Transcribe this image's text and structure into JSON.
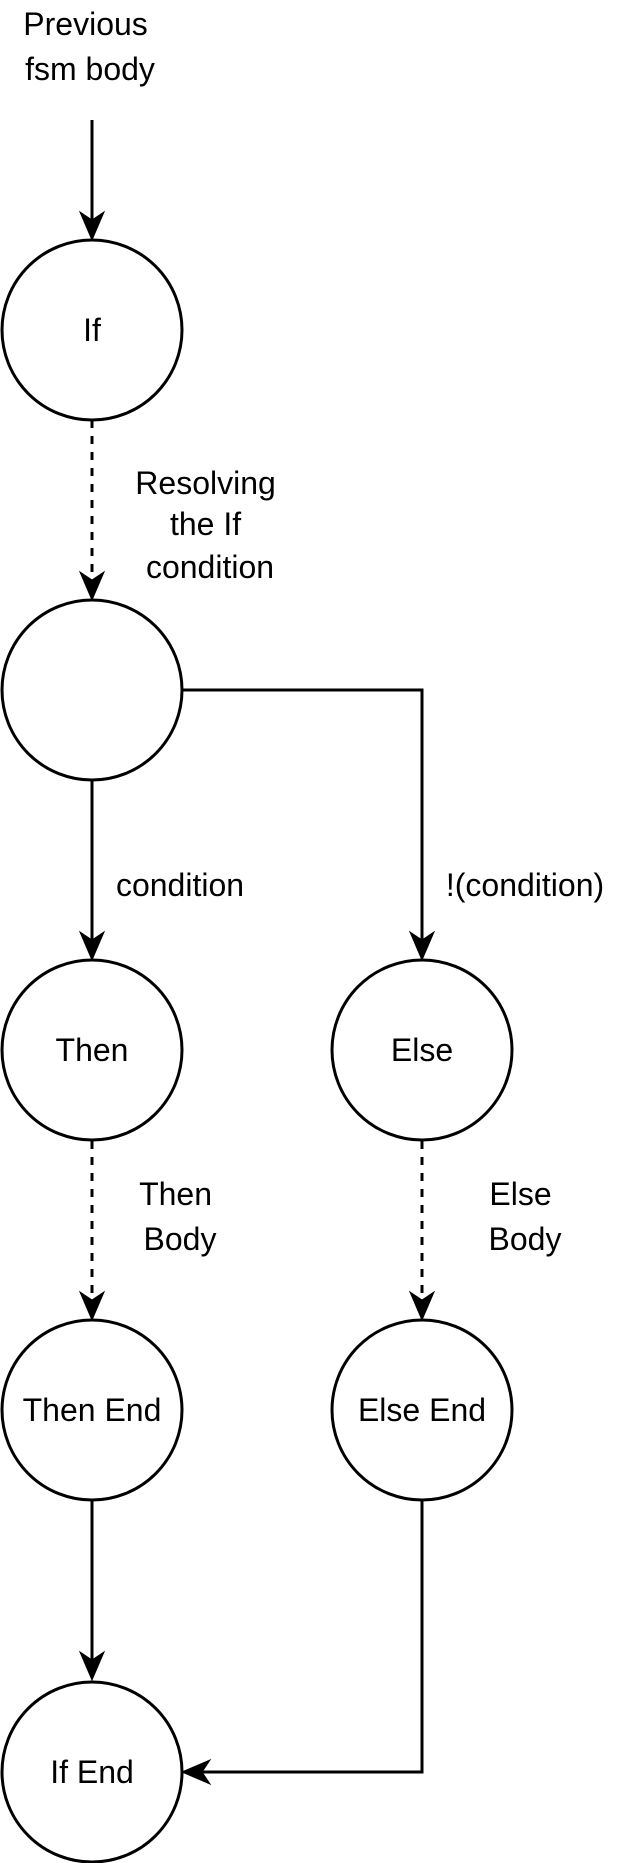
{
  "diagram": {
    "start_label": [
      "Previous",
      "fsm body"
    ],
    "nodes": {
      "if": "If",
      "resolve": "",
      "then": "Then",
      "else": "Else",
      "then_end": "Then End",
      "else_end": "Else End",
      "if_end": "If End"
    },
    "edge_labels": {
      "resolving": [
        "Resolving",
        "the If",
        "condition"
      ],
      "condition": "condition",
      "not_condition": "!(condition)",
      "then_body": [
        "Then",
        "Body"
      ],
      "else_body": [
        "Else",
        "Body"
      ]
    },
    "edge_styles": {
      "solid": "solid",
      "dashed": "dashed"
    },
    "colors": {
      "stroke": "#000000",
      "background": "#ffffff"
    }
  }
}
